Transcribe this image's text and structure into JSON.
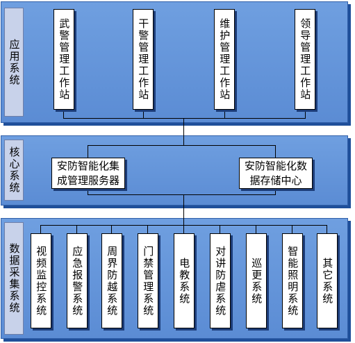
{
  "layers": {
    "application": "应用系统",
    "core": "核心系统",
    "data": "数据采集系统"
  },
  "application_stations": [
    "武警管理工作站",
    "干警管理工作站",
    "维护管理工作站",
    "领导管理工作站"
  ],
  "core_nodes": [
    "安防智能化集成管理服务器",
    "安防智能化数据存储中心"
  ],
  "data_subsystems": [
    "视频监控系统",
    "应急报警系统",
    "周界防越系统",
    "门禁管理系统",
    "电教系统",
    "对讲防虐系统",
    "巡更系统",
    "智能照明系统",
    "其它系统"
  ],
  "colors": {
    "panel": "#6f9fe0",
    "panel_border": "#2f5ea8",
    "label_bg": "#c8d2ea",
    "box_bg": "#ffffff"
  }
}
